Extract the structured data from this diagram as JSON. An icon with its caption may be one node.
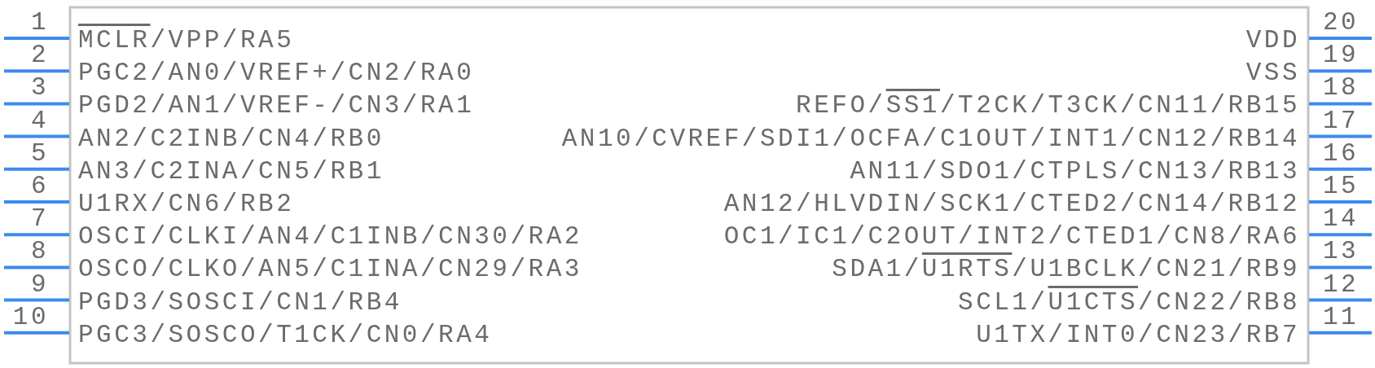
{
  "diagram": {
    "labels": [
      "1",
      "20",
      "MCLR/VPP/RA5",
      "VDD",
      "2",
      "19",
      "PGC2/AN0/VREF+/CN2/RA0",
      "VSS",
      "3",
      "18",
      "PGD2/AN1/VREF-/CN3/RA1",
      "REFO/SS1/T2CK/T3CK/CN11/RB15",
      "4",
      "17",
      "AN2/C2INB/CN4/RB0",
      "AN10/CVREF/SDI1/OCFA/C1OUT/INT1/CN12/RB14",
      "5",
      "16",
      "AN3/C2INA/CN5/RB1",
      "AN11/SDO1/CTPLS/CN13/RB13",
      "6",
      "15",
      "U1RX/CN6/RB2",
      "AN12/HLVDIN/SCK1/CTED2/CN14/RB12",
      "7",
      "14",
      "OSCI/CLKI/AN4/C1INB/CN30/RA2",
      "OC1/IC1/C2OUT/INT2/CTED1/CN8/RA6",
      "8",
      "13",
      "OSCO/CLKO/AN5/C1INA/CN29/RA3",
      "SDA1/U1RTS/U1BCLK/CN21/RB9",
      "9",
      "12",
      "PGD3/SOSCI/CN1/RB4",
      "SCL1/U1CTS/CN22/RB8",
      "10",
      "11",
      "PGC3/SOSCO/T1CK/CN0/RA4",
      "U1TX/INT0/CN23/RB7"
    ]
  }
}
